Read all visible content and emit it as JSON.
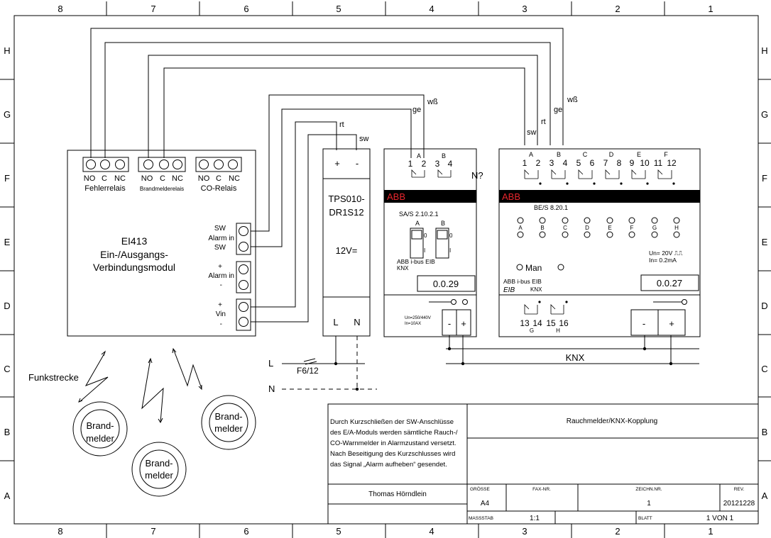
{
  "frame": {
    "columns": [
      "8",
      "7",
      "6",
      "5",
      "4",
      "3",
      "2",
      "1"
    ],
    "rows": [
      "H",
      "G",
      "F",
      "E",
      "D",
      "C",
      "B",
      "A"
    ]
  },
  "ei413": {
    "relays": [
      {
        "terminals": [
          "NO",
          "C",
          "NC"
        ],
        "label": "Fehlerrelais"
      },
      {
        "terminals": [
          "NO",
          "C",
          "NC"
        ],
        "label": "Brandmelderelais"
      },
      {
        "terminals": [
          "NO",
          "C",
          "NC"
        ],
        "label": "CO-Relais"
      }
    ],
    "title_lines": [
      "EI413",
      "Ein-/Ausgangs-",
      "Verbindungsmodul"
    ],
    "io_labels": [
      "SW",
      "Alarm in",
      "SW",
      "+",
      "Alarm in",
      "-",
      "+",
      "Vin",
      "-"
    ]
  },
  "wire_labels": {
    "wss": "wß",
    "ge": "ge",
    "rt": "rt",
    "sw": "sw"
  },
  "psu": {
    "plus": "+",
    "minus": "-",
    "model_lines": [
      "TPS010-",
      "DR1S12"
    ],
    "voltage": "12V=",
    "l": "L",
    "n": "N"
  },
  "sas": {
    "channels": [
      "A",
      "B"
    ],
    "terminals": [
      "1",
      "2",
      "3",
      "4"
    ],
    "note": "N?",
    "brand": "ABB",
    "model": "SA/S  2.10.2.1",
    "switch_labels": [
      "A",
      "B"
    ],
    "switch_marks": [
      "0",
      "I",
      "0",
      "I"
    ],
    "bus_lines": [
      "ABB  i-bus  EIB",
      "KNX"
    ],
    "address": "0.0.29",
    "rating_lines": [
      "Un=250/440V",
      "In=10AX"
    ],
    "minus": "-",
    "plus": "+"
  },
  "bes": {
    "channels": [
      "A",
      "B",
      "C",
      "D",
      "E",
      "F"
    ],
    "terminals": [
      "1",
      "2",
      "3",
      "4",
      "5",
      "6",
      "7",
      "8",
      "9",
      "10",
      "11",
      "12"
    ],
    "brand": "ABB",
    "model": "BE/S  8.20.1",
    "leds": [
      "A",
      "B",
      "C",
      "D",
      "E",
      "F",
      "G",
      "H"
    ],
    "rating_lines": [
      "Un=  20V ⎍⎍",
      "In=  0.2mA"
    ],
    "man": "Man",
    "bus_lines": [
      "ABB  i-bus  EIB",
      "EIB",
      "KNX"
    ],
    "address": "0.0.27",
    "bottom_terminals": [
      "13",
      "14",
      "15",
      "16"
    ],
    "bottom_channels": [
      "G",
      "H"
    ],
    "minus": "-",
    "plus": "+"
  },
  "knx_label": "KNX",
  "mains": {
    "l": "L",
    "n": "N",
    "fuse": "F6/12"
  },
  "funkstrecke": "Funkstrecke",
  "detectors": [
    {
      "lines": [
        "Brand-",
        "melder"
      ]
    },
    {
      "lines": [
        "Brand-",
        "melder"
      ]
    },
    {
      "lines": [
        "Brand-",
        "melder"
      ]
    }
  ],
  "title_block": {
    "description_lines": [
      "Durch Kurzschließen der SW-Anschlüsse",
      "des E/A-Moduls werden sämtliche Rauch-/",
      "CO-Warnmelder in Alarmzustand versetzt.",
      "Nach Beseitigung des Kurzschlusses wird",
      "das Signal „Alarm aufheben“ gesendet."
    ],
    "title": "Rauchmelder/KNX-Kopplung",
    "author": "Thomas Hörndlein",
    "groesse_label": "GRÖSSE",
    "groesse": "A4",
    "fax_label": "FAX-NR.",
    "zeichn_label": "ZEICHN.NR.",
    "zeichn": "1",
    "rev_label": "REV.",
    "rev": "20121228",
    "massstab_label": "MASSSTAB",
    "massstab": "1:1",
    "blatt_label": "BLATT",
    "blatt": "1 VON 1"
  }
}
